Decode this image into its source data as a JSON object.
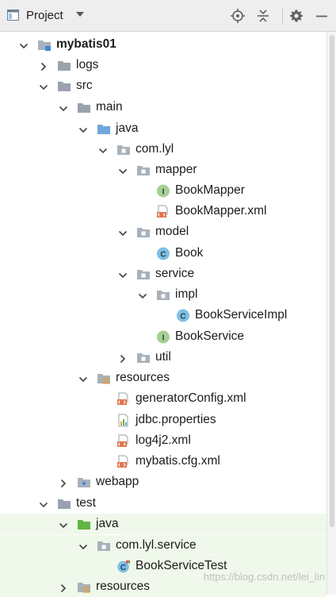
{
  "header": {
    "title": "Project",
    "title_icon": "project-view-icon",
    "dropdown_icon": "chevron-down-icon",
    "buttons": [
      "locate-icon",
      "collapse-all-icon",
      "gear-icon",
      "minimize-icon"
    ]
  },
  "colors": {
    "folder": "#9aa3ad",
    "source_folder": "#6fa8dc",
    "test_folder": "#62b543",
    "interface_badge": "#a7cf95",
    "class_badge": "#7cc0e6",
    "xml_badge": "#e07650",
    "test_highlight": "#eff8ea"
  },
  "tree": [
    {
      "label": "mybatis01",
      "icon": "module-icon",
      "expanded": true,
      "bold": true
    },
    {
      "label": "logs",
      "icon": "folder-icon",
      "expanded": false
    },
    {
      "label": "src",
      "icon": "folder-icon",
      "expanded": true
    },
    {
      "label": "main",
      "icon": "folder-icon",
      "expanded": true
    },
    {
      "label": "java",
      "icon": "source-folder-icon",
      "expanded": true
    },
    {
      "label": "com.lyl",
      "icon": "package-icon",
      "expanded": true
    },
    {
      "label": "mapper",
      "icon": "package-icon",
      "expanded": true
    },
    {
      "label": "BookMapper",
      "icon": "interface-icon"
    },
    {
      "label": "BookMapper.xml",
      "icon": "xml-file-icon"
    },
    {
      "label": "model",
      "icon": "package-icon",
      "expanded": true
    },
    {
      "label": "Book",
      "icon": "class-icon"
    },
    {
      "label": "service",
      "icon": "package-icon",
      "expanded": true
    },
    {
      "label": "impl",
      "icon": "package-icon",
      "expanded": true
    },
    {
      "label": "BookServiceImpl",
      "icon": "class-icon"
    },
    {
      "label": "BookService",
      "icon": "interface-icon"
    },
    {
      "label": "util",
      "icon": "package-icon",
      "expanded": false
    },
    {
      "label": "resources",
      "icon": "resources-folder-icon",
      "expanded": true
    },
    {
      "label": "generatorConfig.xml",
      "icon": "xml-file-icon"
    },
    {
      "label": "jdbc.properties",
      "icon": "properties-file-icon"
    },
    {
      "label": "log4j2.xml",
      "icon": "xml-file-icon"
    },
    {
      "label": "mybatis.cfg.xml",
      "icon": "xml-file-icon"
    },
    {
      "label": "webapp",
      "icon": "web-folder-icon",
      "expanded": false
    },
    {
      "label": "test",
      "icon": "folder-icon",
      "expanded": true
    },
    {
      "label": "java",
      "icon": "test-folder-icon",
      "expanded": true
    },
    {
      "label": "com.lyl.service",
      "icon": "package-icon",
      "expanded": true
    },
    {
      "label": "BookServiceTest",
      "icon": "test-class-icon"
    },
    {
      "label": "resources",
      "icon": "resources-folder-icon",
      "expanded": false
    }
  ],
  "watermark": "https://blog.csdn.net/lei_lin"
}
